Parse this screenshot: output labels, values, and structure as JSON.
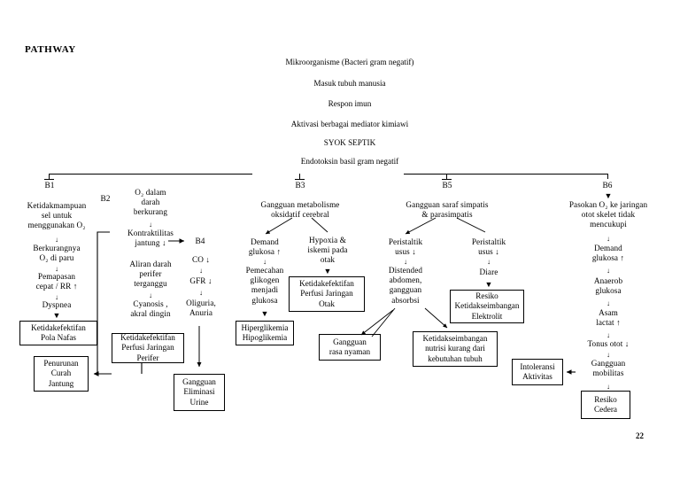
{
  "page": {
    "title": "PATHWAY",
    "page_number": "22"
  },
  "center_flow": [
    "Mikroorganisme (Bacteri gram negatif)",
    "Masuk tubuh manusia",
    "Respon imun",
    "Aktivasi berbagai mediator kimiawi",
    "SYOK SEPTIK",
    "Endotoksin basil gram negatif"
  ],
  "branch_labels": {
    "b1": "B1",
    "b2": "B2",
    "b3": "B3",
    "b4": "B4",
    "b5": "B5",
    "b6": "B6"
  },
  "b1": {
    "steps": [
      "Ketidakmampuan\nsel untuk\nmenggunakan O₂",
      "Berkurangnya\nO₂ di paru",
      "Pemapasan\ncepat / RR ↑",
      "Dyspnea"
    ],
    "boxes": [
      "Ketidakefektifan\nPola Nafas",
      "Penurunan\nCurah\nJantung"
    ]
  },
  "b2": {
    "steps": [
      "O₂ dalam\ndarah\nberkurang",
      "Kontraktilitas\njantung ↓",
      "Aliran darah\nperifer\nterganggu",
      "Cyanosis ,\nakral dingin"
    ],
    "boxes": [
      "Ketidakefektifan\nPerfusi Jaringan\nPerifer"
    ]
  },
  "b4": {
    "steps": [
      "CO ↓",
      "GFR ↓",
      "Oliguria,\nAnuria"
    ],
    "boxes": [
      "Gangguan\nEliminasi\nUrine"
    ]
  },
  "b3": {
    "head": "Gangguan metabolisme\noksidatif cerebral",
    "left_steps": [
      "Demand\nglukosa ↑",
      "Pemecahan\nglikogen\nmenjadi\nglukosa"
    ],
    "right_steps": [
      "Hypoxia &\niskemi pada\notak"
    ],
    "boxes": [
      "Hiperglikemia\nHipoglikemia",
      "Ketidakefektifan\nPerfusi Jaringan\nOtak",
      "Gangguan\nrasa nyaman"
    ]
  },
  "b5": {
    "head": "Gangguan saraf simpatis\n& parasimpatis",
    "left_steps": [
      "Peristaltik\nusus ↓",
      "Distended\nabdomen,\ngangguan\nabsorbsi"
    ],
    "right_steps": [
      "Peristaltik\nusus ↓",
      "Diare"
    ],
    "boxes": [
      "Resiko\nKetidakseimbangan\nElektrolit",
      "Ketidakseimbangan\nnutrisi kurang dari\nkebutuhan tubuh",
      "Intoleransi\nAktivitas"
    ]
  },
  "b6": {
    "steps": [
      "Pasokan O₂ ke jaringan\notot skelet tidak\nmencukupi",
      "Demand\nglukosa ↑",
      "Anaerob\nglukosa",
      "Asam\nlactat ↑",
      "Tonus otot ↓",
      "Gangguan\nmobilitas"
    ],
    "boxes": [
      "Resiko\nCedera"
    ]
  },
  "connectors": {
    "down": "↓",
    "arrow_down": "▼",
    "arrow_right": "➤",
    "arrow_left": "◄"
  }
}
